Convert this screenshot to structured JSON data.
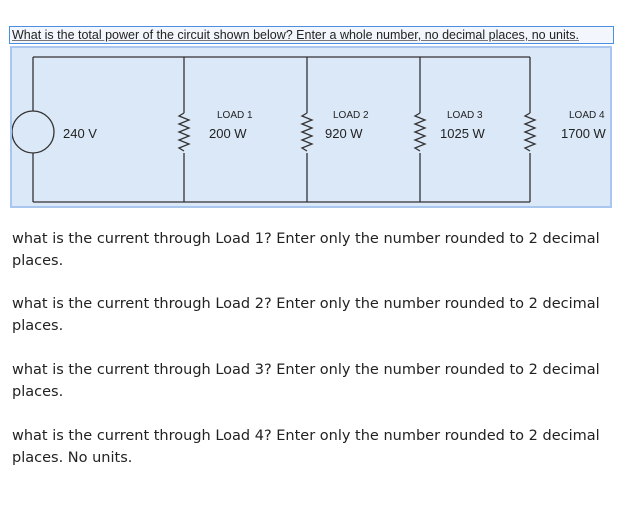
{
  "prompt": "What is the total power of the circuit shown below? Enter a whole number, no decimal places, no units.",
  "circuit": {
    "source": {
      "voltage": "240 V",
      "icon": "voltage-source-icon"
    },
    "loads": [
      {
        "name": "LOAD 1",
        "power": "200 W",
        "icon": "resistor-icon"
      },
      {
        "name": "LOAD 2",
        "power": "920 W",
        "icon": "resistor-icon"
      },
      {
        "name": "LOAD 3",
        "power": "1025 W",
        "icon": "resistor-icon"
      },
      {
        "name": "LOAD 4",
        "power": "1700 W",
        "icon": "resistor-icon"
      }
    ],
    "colors": {
      "panel_bg": "#dbe8f8",
      "panel_border": "#a9c7ee",
      "wire": "#333333",
      "prompt_border": "#4a8fe0"
    }
  },
  "questions": [
    "what is the current through Load 1? Enter only the number rounded to 2 decimal places.",
    "what is the current through Load 2? Enter only the number rounded to 2 decimal places.",
    "what is the current through Load 3? Enter only the number rounded to 2 decimal places.",
    "what is the current through Load 4? Enter only the number rounded to 2 decimal places. No units."
  ]
}
